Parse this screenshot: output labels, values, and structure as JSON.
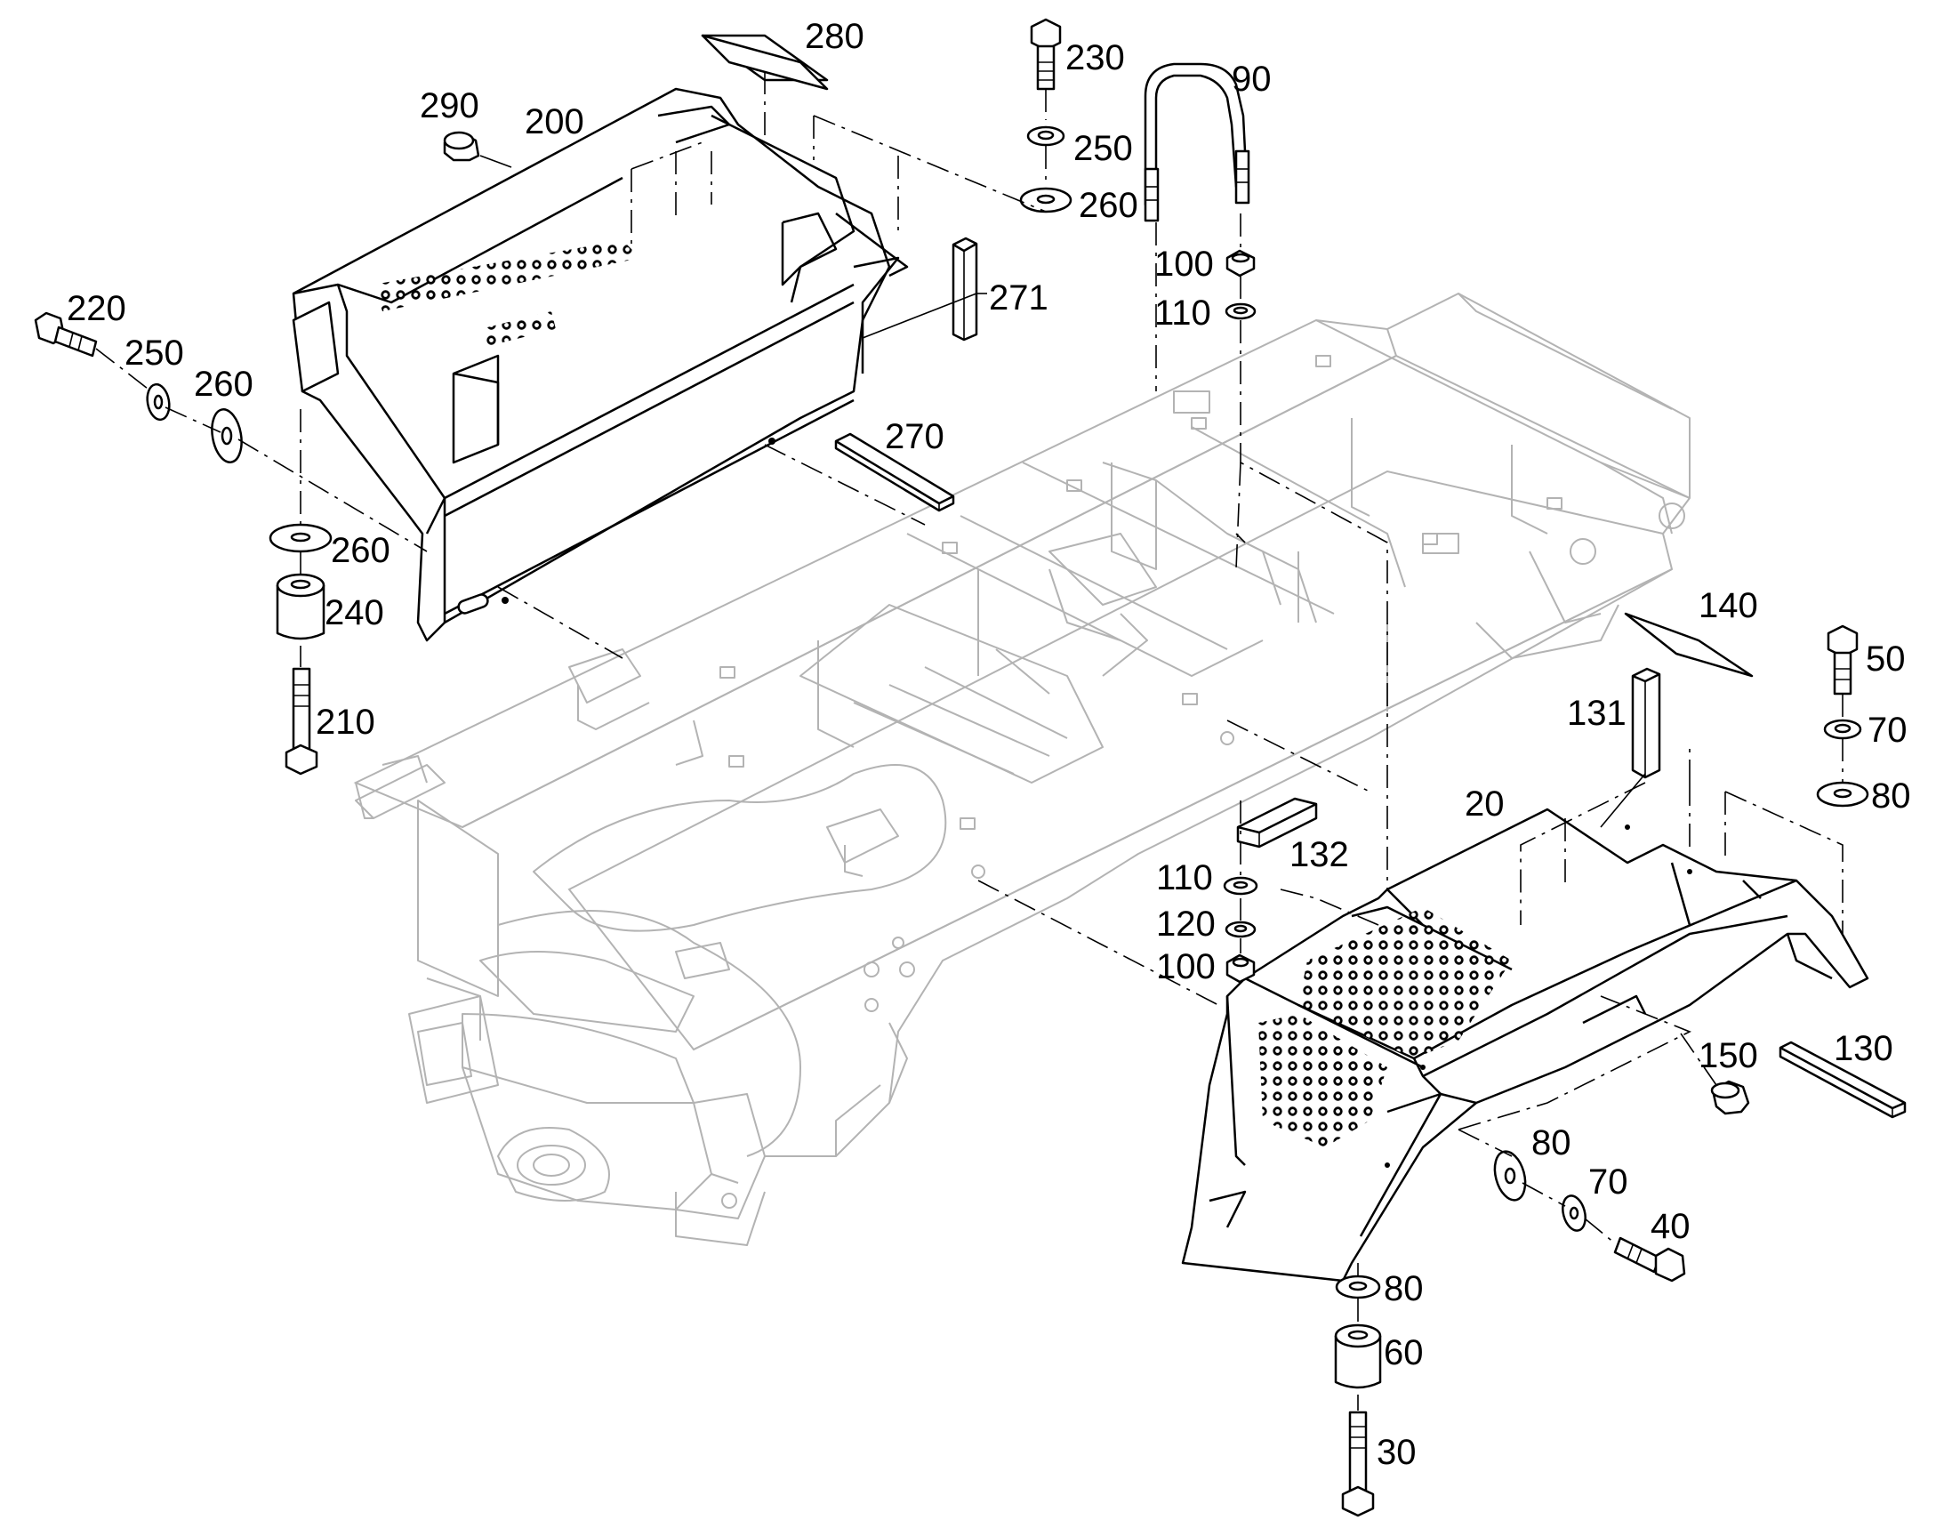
{
  "callouts": [
    {
      "id": "c280",
      "text": "280"
    },
    {
      "id": "c230",
      "text": "230"
    },
    {
      "id": "c90",
      "text": "90"
    },
    {
      "id": "c290",
      "text": "290"
    },
    {
      "id": "c200",
      "text": "200"
    },
    {
      "id": "c250a",
      "text": "250"
    },
    {
      "id": "c260a",
      "text": "260"
    },
    {
      "id": "c100a",
      "text": "100"
    },
    {
      "id": "c271",
      "text": "271"
    },
    {
      "id": "c110a",
      "text": "110"
    },
    {
      "id": "c220",
      "text": "220"
    },
    {
      "id": "c250b",
      "text": "250"
    },
    {
      "id": "c260b",
      "text": "260"
    },
    {
      "id": "c270",
      "text": "270"
    },
    {
      "id": "c260c",
      "text": "260"
    },
    {
      "id": "c240",
      "text": "240"
    },
    {
      "id": "c210",
      "text": "210"
    },
    {
      "id": "c140",
      "text": "140"
    },
    {
      "id": "c50",
      "text": "50"
    },
    {
      "id": "c131",
      "text": "131"
    },
    {
      "id": "c70a",
      "text": "70"
    },
    {
      "id": "c80a",
      "text": "80"
    },
    {
      "id": "c20",
      "text": "20"
    },
    {
      "id": "c132",
      "text": "132"
    },
    {
      "id": "c110b",
      "text": "110"
    },
    {
      "id": "c120",
      "text": "120"
    },
    {
      "id": "c100b",
      "text": "100"
    },
    {
      "id": "c150",
      "text": "150"
    },
    {
      "id": "c130",
      "text": "130"
    },
    {
      "id": "c80b",
      "text": "80"
    },
    {
      "id": "c70b",
      "text": "70"
    },
    {
      "id": "c40",
      "text": "40"
    },
    {
      "id": "c80c",
      "text": "80"
    },
    {
      "id": "c60",
      "text": "60"
    },
    {
      "id": "c30",
      "text": "30"
    }
  ]
}
